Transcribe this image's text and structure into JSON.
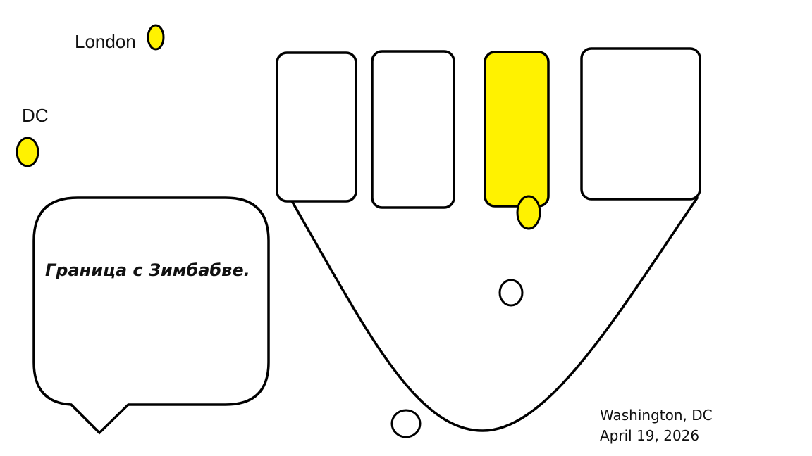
{
  "labels": {
    "london": "London",
    "dc": "DC"
  },
  "speech_bubble": {
    "text": "Граница с Зимбабве."
  },
  "stamp": {
    "place": "Washington, DC",
    "date": "April 19, 2026"
  },
  "colors": {
    "stroke": "#000000",
    "highlight": "#FFF200",
    "background": "#FFFFFF"
  }
}
